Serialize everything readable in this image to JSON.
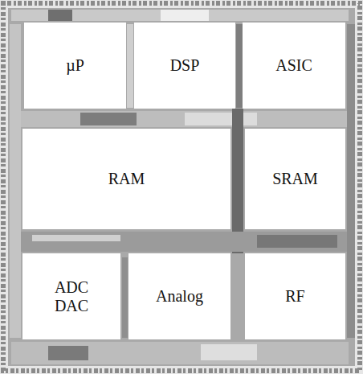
{
  "diagram": {
    "nodes": [
      {
        "text": [
          "µP"
        ]
      },
      {
        "text": [
          "DSP"
        ]
      },
      {
        "text": [
          "ASIC"
        ]
      },
      {
        "text": [
          "RAM"
        ]
      },
      {
        "text": [
          "SRAM"
        ]
      },
      {
        "text": [
          "ADC DAC"
        ]
      },
      {
        "text": [
          "Analog"
        ]
      },
      {
        "text": [
          "RF"
        ]
      }
    ]
  }
}
